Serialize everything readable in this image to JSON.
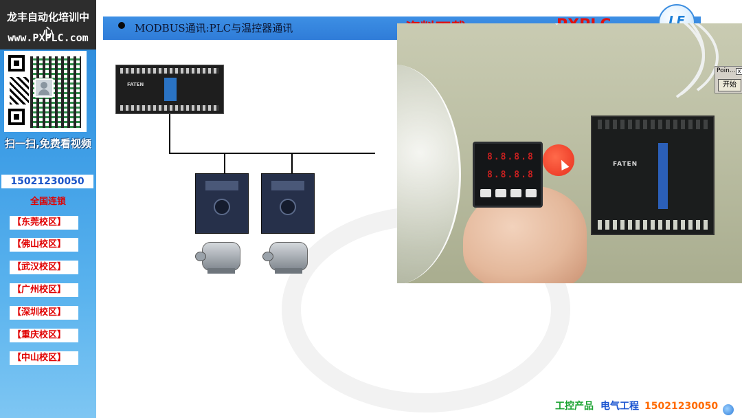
{
  "sidebar": {
    "brand_title": "龙丰自动化培训中心",
    "brand_site": "www.PXPLC.com",
    "scan_text": "扫一扫,免费看视频",
    "phone": "15021230050",
    "chain": "全国连锁",
    "campuses": [
      "【东莞校区】",
      "【佛山校区】",
      "【武汉校区】",
      "【广州校区】",
      "【深圳校区】",
      "【重庆校区】",
      "【中山校区】"
    ]
  },
  "slide": {
    "header_title": "MODBUS通讯:PLC与温控器通讯",
    "header_red": "资料下载",
    "header_red2": "PXPLC",
    "logo_text": "LF",
    "plc_brand": "FATEN"
  },
  "mini_window": {
    "title": "Poin...",
    "close": "x",
    "button": "开始"
  },
  "footer": {
    "products": "工控产品",
    "engineering": "电气工程",
    "phone": "15021230050"
  },
  "colors": {
    "sidebar_blue": "#3d9de6",
    "header_blue": "#2f7cd8",
    "accent_red": "#e00000",
    "footer_green": "#1aa230",
    "footer_orange": "#ff6a00"
  }
}
